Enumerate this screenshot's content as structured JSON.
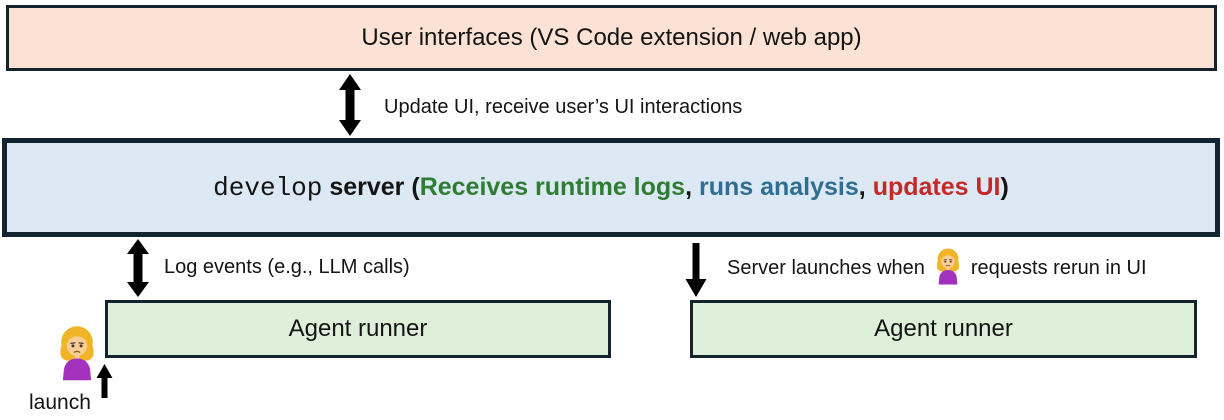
{
  "colors": {
    "border_dark": "#14242e",
    "ui_box_bg": "#fbe2d5",
    "server_box_bg": "#dce9f4",
    "agent_box_bg": "#def0d9",
    "text_dark": "#141414",
    "green_text": "#2e7d32",
    "blue_text": "#2f6e90",
    "red_text": "#c62828",
    "arrow_color": "#000000",
    "emoji_hair": "#f0b429",
    "emoji_skin": "#f8ce94",
    "emoji_shirt": "#a232bd"
  },
  "boxes": {
    "user_interfaces": {
      "label": "User interfaces (VS Code extension / web app)"
    },
    "server": {
      "code_word": "develop",
      "bold_prefix": " server (",
      "receives": "Receives runtime logs",
      "sep1": ", ",
      "analysis": "runs analysis",
      "sep2": ", ",
      "updates": "updates UI",
      "close_paren": ")"
    },
    "agent_runner_left": {
      "label": "Agent runner"
    },
    "agent_runner_right": {
      "label": "Agent runner"
    }
  },
  "arrows": {
    "ui_server": {
      "label": "Update UI, receive user’s UI interactions",
      "direction": "bidirectional"
    },
    "server_agent_left": {
      "label": "Log events (e.g., LLM calls)",
      "direction": "bidirectional"
    },
    "server_agent_right": {
      "label_before": "Server launches when",
      "label_after": "requests rerun in UI",
      "direction": "down"
    },
    "launch": {
      "label": "launch",
      "direction": "up"
    }
  },
  "icons": {
    "person": "woman-frowning"
  }
}
